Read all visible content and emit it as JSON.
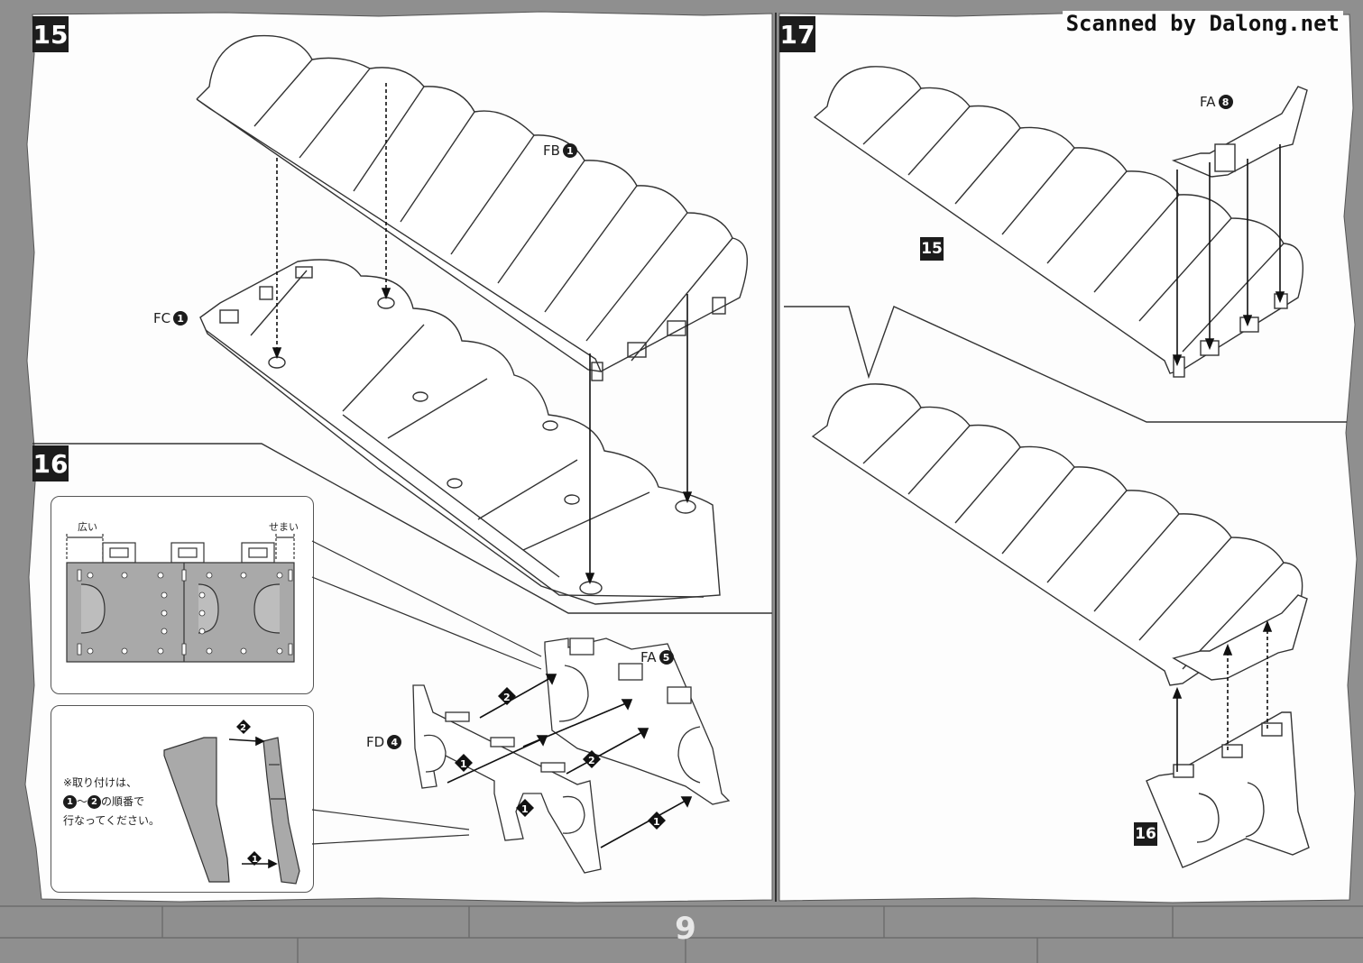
{
  "watermark": "Scanned by Dalong.net",
  "page_number": "9",
  "colors": {
    "frame": "#8f8f8f",
    "panel": "#fdfdfd",
    "badge": "#1c1c1c",
    "part_fill": "#a9a9a9"
  },
  "steps": {
    "step15": {
      "number": "15",
      "parts": {
        "upper": "FB",
        "upper_no": "1",
        "lower": "FC",
        "lower_no": "1"
      }
    },
    "step16": {
      "number": "16",
      "parts": {
        "front": "FD",
        "front_no": "4",
        "back": "FA",
        "back_no": "5"
      },
      "order_marks": [
        "1",
        "2"
      ],
      "detail": {
        "wide_label": "広い",
        "narrow_label": "せまい"
      },
      "note": {
        "line1": "※取り付けは、",
        "n1": "1",
        "tilde": "～",
        "n2": "2",
        "line2_suffix": "の順番で",
        "line3": "行なってください。"
      }
    },
    "step17": {
      "number": "17",
      "parts": {
        "cap": "FA",
        "cap_no": "8"
      },
      "refs": {
        "upper": "15",
        "lower": "16"
      }
    }
  }
}
